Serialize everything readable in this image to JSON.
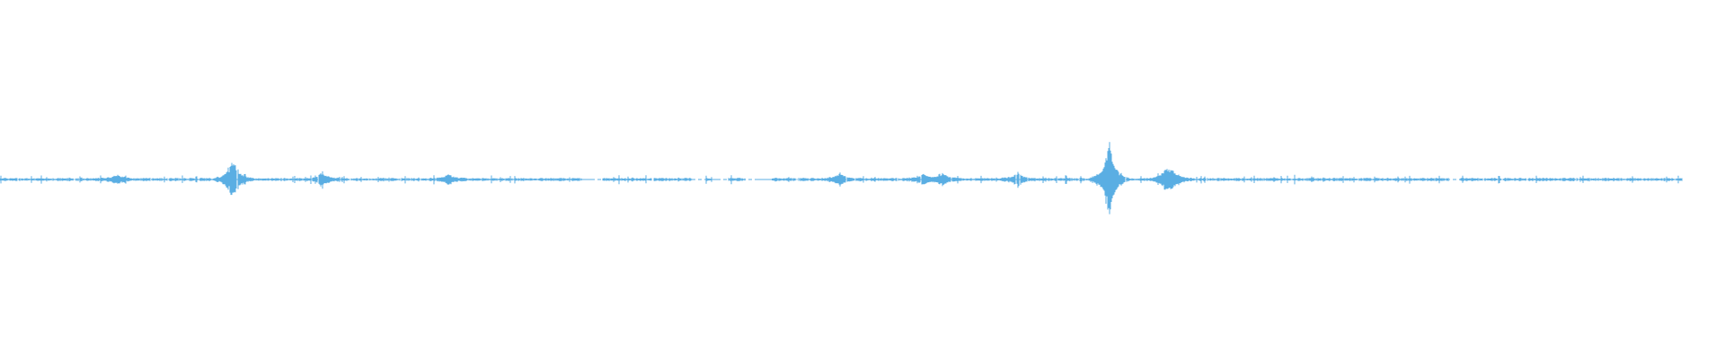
{
  "waveform": {
    "color": "#5aaee3",
    "background": "#ffffff",
    "duration_fraction_visible": 0.975,
    "gaps": [
      [
        0.337,
        0.349
      ],
      [
        0.401,
        0.409
      ],
      [
        0.413,
        0.422
      ],
      [
        0.432,
        0.447
      ],
      [
        0.84,
        0.846
      ]
    ],
    "peaks": [
      {
        "pos": 0.068,
        "amp": 0.12
      },
      {
        "pos": 0.135,
        "amp": 0.55
      },
      {
        "pos": 0.187,
        "amp": 0.18
      },
      {
        "pos": 0.26,
        "amp": 0.12
      },
      {
        "pos": 0.487,
        "amp": 0.15
      },
      {
        "pos": 0.535,
        "amp": 0.14
      },
      {
        "pos": 0.547,
        "amp": 0.16
      },
      {
        "pos": 0.59,
        "amp": 0.17
      },
      {
        "pos": 0.643,
        "amp": 1.0
      },
      {
        "pos": 0.676,
        "amp": 0.25
      },
      {
        "pos": 0.68,
        "amp": 0.2
      }
    ]
  }
}
